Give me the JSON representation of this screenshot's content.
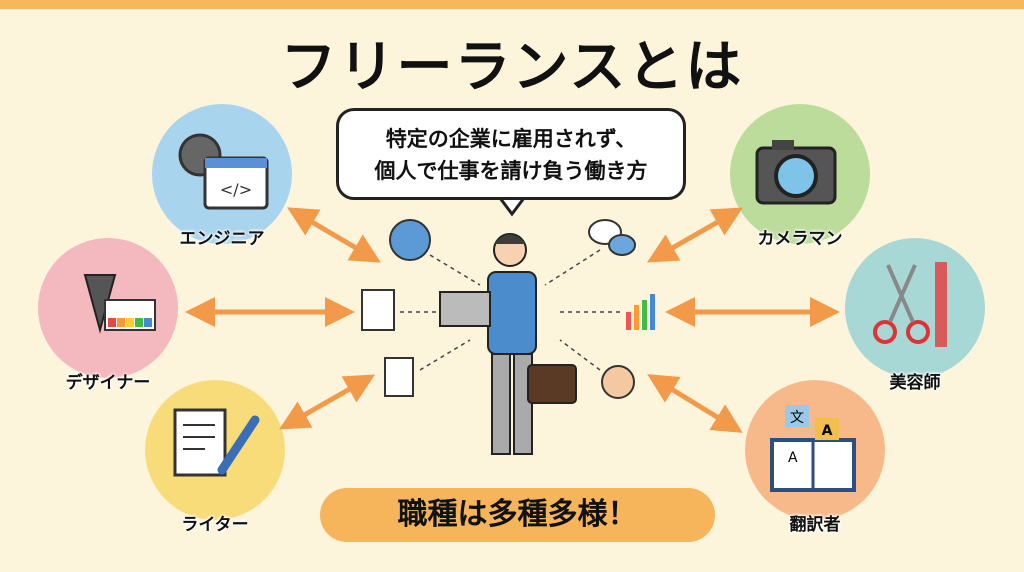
{
  "title": "フリーランスとは",
  "definition": {
    "line1": "特定の企業に雇用されず、",
    "line2": "個人で仕事を請け負う働き方"
  },
  "professions": [
    {
      "label": "エンジニア",
      "color": "#a9d4ee",
      "icon": "gear-code-icon"
    },
    {
      "label": "デザイナー",
      "color": "#f4b8bf",
      "icon": "pen-palette-icon"
    },
    {
      "label": "ライター",
      "color": "#f8dc7a",
      "icon": "paper-pen-icon"
    },
    {
      "label": "カメラマン",
      "color": "#bcdc9c",
      "icon": "camera-icon"
    },
    {
      "label": "美容師",
      "color": "#a8d8d6",
      "icon": "scissors-comb-icon"
    },
    {
      "label": "翻訳者",
      "color": "#f7b98a",
      "icon": "book-translate-icon"
    }
  ],
  "summary": "職種は多種多様！",
  "colors": {
    "accent": "#f6b55a",
    "arrow": "#f39a4a",
    "background": "#fcf5dc"
  }
}
